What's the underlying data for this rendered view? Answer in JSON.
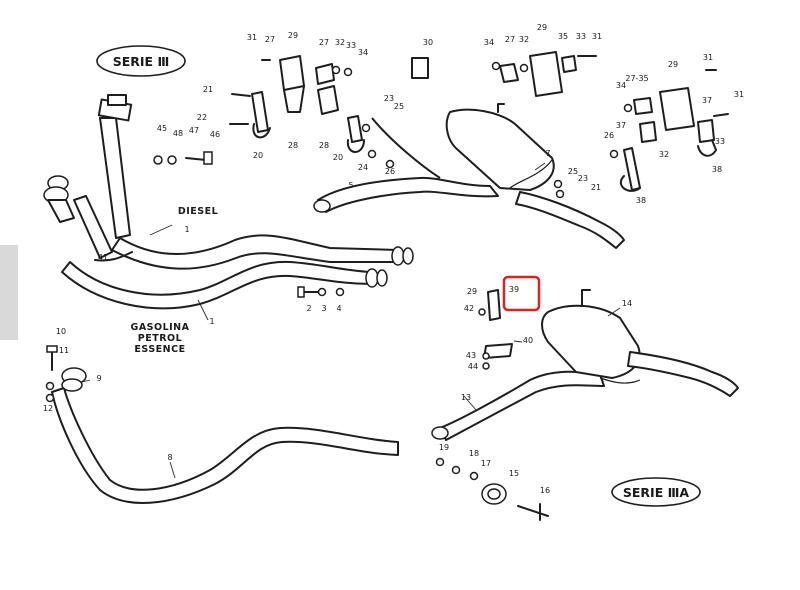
{
  "labels": {
    "serie_iii": "SERIE Ⅲ",
    "serie_iiia": "SERIE ⅢA",
    "diesel": "DIESEL",
    "gasolina": "GASOLINA",
    "petrol": "PETROL",
    "essence": "ESSENCE"
  },
  "highlight": {
    "part": "39",
    "color": "#e02020"
  },
  "callouts": [
    "31",
    "27",
    "29",
    "27",
    "32",
    "33",
    "34",
    "30",
    "34",
    "27",
    "32",
    "29",
    "35",
    "33",
    "31",
    "21",
    "22",
    "20",
    "28",
    "28",
    "23",
    "25",
    "20",
    "24",
    "26",
    "7",
    "25",
    "23",
    "21",
    "5",
    "45",
    "48",
    "47",
    "46",
    "34",
    "27-35",
    "29",
    "31",
    "37",
    "31",
    "26",
    "37",
    "32",
    "33",
    "38",
    "38",
    "1",
    "41",
    "1",
    "2",
    "3",
    "4",
    "29",
    "39",
    "42",
    "43",
    "44",
    "40",
    "14",
    "13",
    "10",
    "11",
    "12",
    "9",
    "8",
    "19",
    "18",
    "17",
    "15",
    "16"
  ]
}
